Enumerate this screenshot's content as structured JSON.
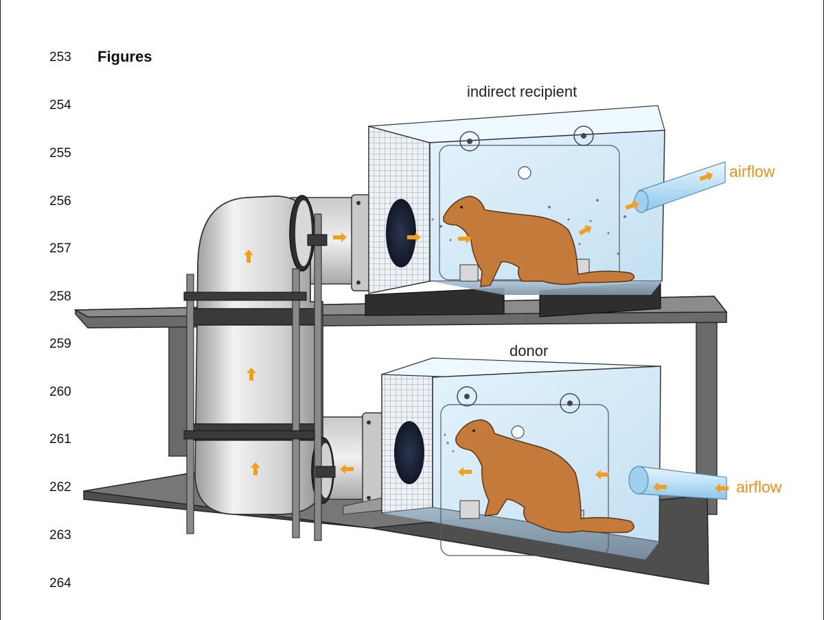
{
  "line_numbers": [
    "253",
    "254",
    "255",
    "256",
    "257",
    "258",
    "259",
    "260",
    "261",
    "262",
    "263",
    "264"
  ],
  "heading": "Figures",
  "figure": {
    "top_cage_label": "indirect recipient",
    "bottom_cage_label": "donor",
    "airflow_top": "airflow",
    "airflow_bottom": "airflow"
  },
  "colors": {
    "airflow_arrow": "#f0a020",
    "ferret_body": "#c47a3a",
    "cage_glass": "#d8ecf8",
    "shelf": "#5a5a5a"
  }
}
